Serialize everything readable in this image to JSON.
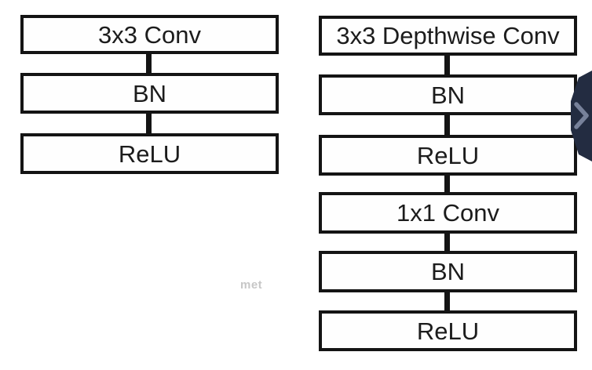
{
  "left_column": {
    "boxes": [
      "3x3 Conv",
      "BN",
      "ReLU"
    ]
  },
  "right_column": {
    "boxes": [
      "3x3 Depthwise Conv",
      "BN",
      "ReLU",
      "1x1 Conv",
      "BN",
      "ReLU"
    ]
  },
  "watermark": {
    "text": "met"
  },
  "nav": {
    "next_icon": "chevron-right"
  },
  "colors": {
    "background": "#ffffff",
    "box_fill": "#fefefe",
    "box_border": "#141414",
    "text": "#1c1c1c",
    "nav_bg": "#232c41",
    "nav_chevron": "#77819a",
    "watermark": "#c7c7c7"
  }
}
